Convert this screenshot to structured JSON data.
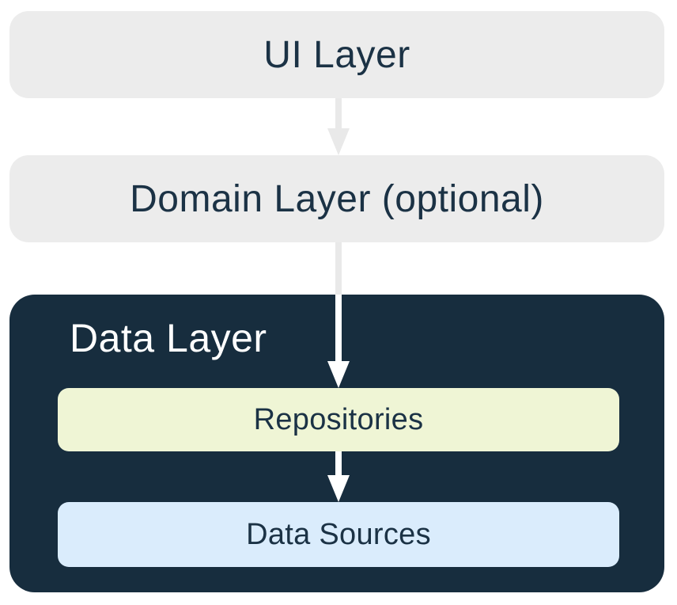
{
  "diagram": {
    "layers": {
      "ui": {
        "label": "UI Layer"
      },
      "domain": {
        "label": "Domain Layer (optional)"
      },
      "data": {
        "label": "Data Layer",
        "children": [
          {
            "label": "Repositories"
          },
          {
            "label": "Data Sources"
          }
        ]
      }
    },
    "colors": {
      "layer_box_bg": "#ececec",
      "data_layer_bg": "#172d3e",
      "repositories_bg": "#eff5d5",
      "data_sources_bg": "#daecfc",
      "text_dark": "#1b3245",
      "text_light": "#ffffff",
      "arrow_light": "#e9e9e9",
      "arrow_white": "#ffffff",
      "page_bg": "#ffffff"
    }
  }
}
